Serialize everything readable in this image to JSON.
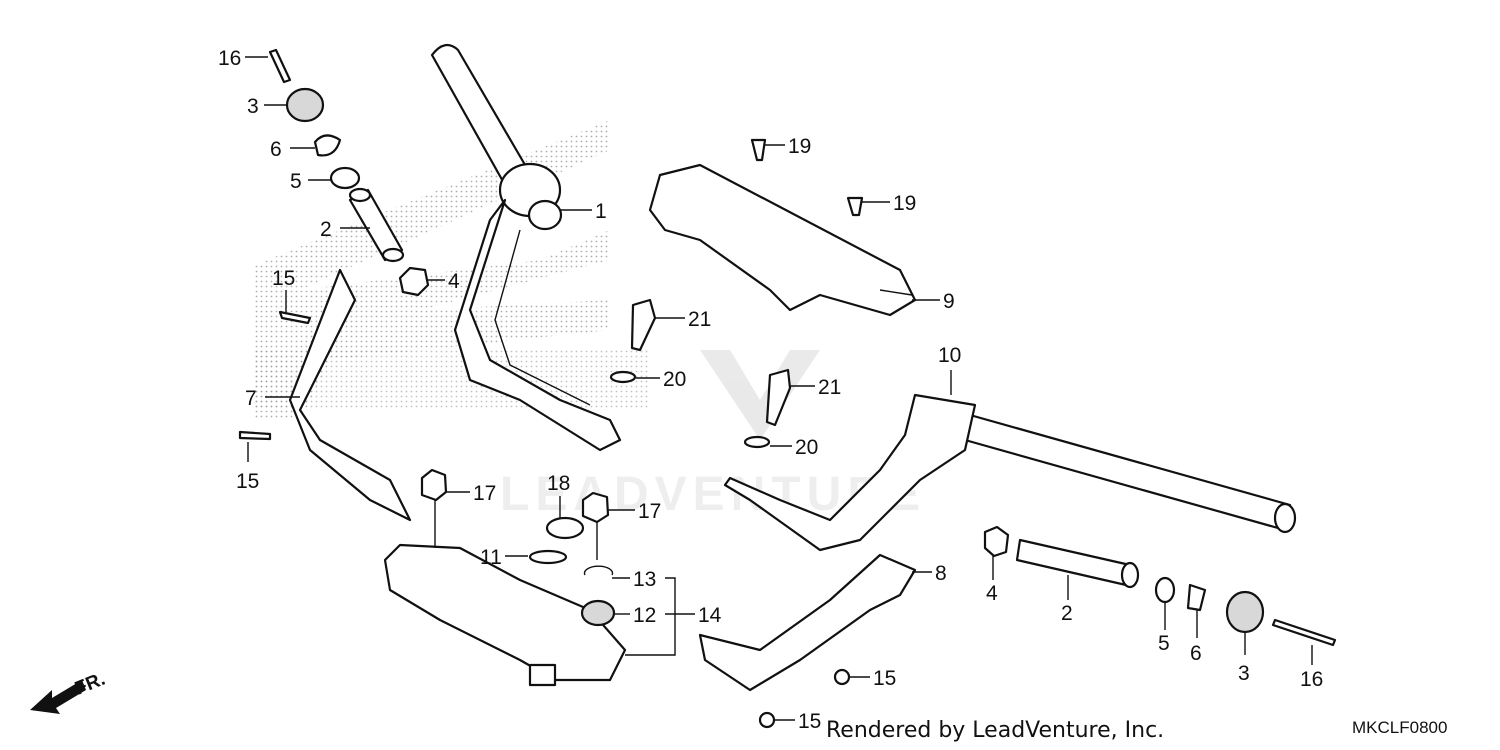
{
  "diagram": {
    "callouts": {
      "c1": "1",
      "c2a": "2",
      "c2b": "2",
      "c3a": "3",
      "c3b": "3",
      "c4a": "4",
      "c4b": "4",
      "c5a": "5",
      "c5b": "5",
      "c6a": "6",
      "c6b": "6",
      "c7": "7",
      "c8": "8",
      "c9": "9",
      "c10": "10",
      "c11": "11",
      "c12": "12",
      "c13": "13",
      "c14": "14",
      "c15a": "15",
      "c15b": "15",
      "c15c": "15",
      "c15d": "15",
      "c16a": "16",
      "c16b": "16",
      "c17a": "17",
      "c17b": "17",
      "c18": "18",
      "c19a": "19",
      "c19b": "19",
      "c20a": "20",
      "c20b": "20",
      "c21a": "21",
      "c21b": "21"
    },
    "front_marker": "FR.",
    "watermark": "LEADVENTURE",
    "credit": "Rendered by LeadVenture, Inc.",
    "diagram_code": "MKCLF0800"
  }
}
